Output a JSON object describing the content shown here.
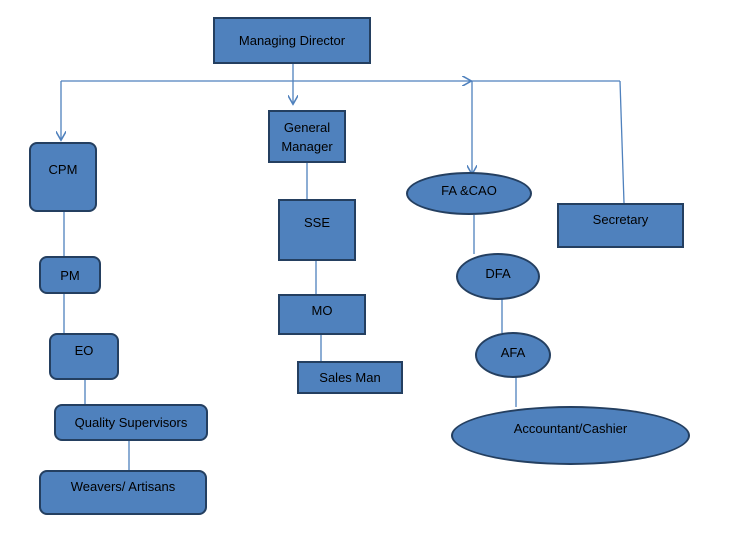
{
  "diagram": {
    "nodes": {
      "managing_director": "Managing Director",
      "cpm": "CPM",
      "pm": "PM",
      "eo": "EO",
      "quality_supervisors": "Quality Supervisors",
      "weavers_artisans": "Weavers/ Artisans",
      "general_manager": [
        "General",
        "Manager"
      ],
      "sse": "SSE",
      "mo": "MO",
      "sales_man": "Sales Man",
      "fa_cao": "FA &CAO",
      "dfa": "DFA",
      "afa": "AFA",
      "accountant_cashier": "Accountant/Cashier",
      "secretary": "Secretary"
    },
    "colors": {
      "fill": "#4f81bd",
      "border": "#243f60",
      "connector": "#4f81bd"
    }
  }
}
